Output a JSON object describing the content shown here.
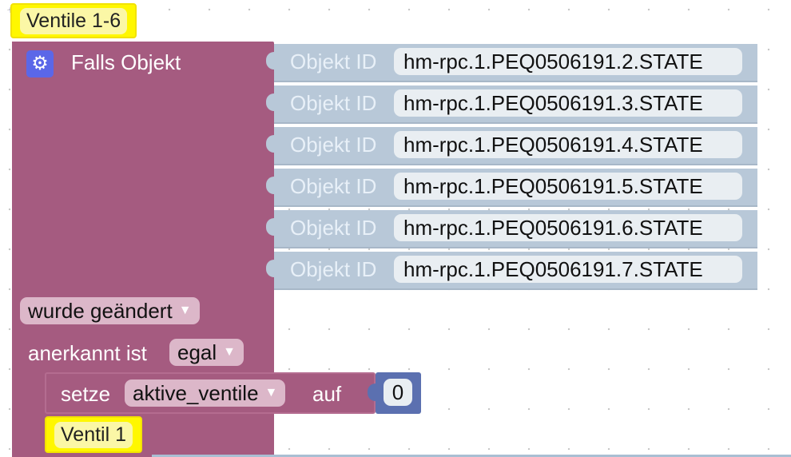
{
  "comments": {
    "top": "Ventile 1-6",
    "bottom": "Ventil 1"
  },
  "event_block": {
    "header": "Falls Objekt",
    "object_label": "Objekt ID",
    "object_ids": [
      "hm-rpc.1.PEQ0506191.2.STATE",
      "hm-rpc.1.PEQ0506191.3.STATE",
      "hm-rpc.1.PEQ0506191.4.STATE",
      "hm-rpc.1.PEQ0506191.5.STATE",
      "hm-rpc.1.PEQ0506191.6.STATE",
      "hm-rpc.1.PEQ0506191.7.STATE"
    ],
    "condition_dropdown": "wurde geändert",
    "ack_label": "anerkannt ist",
    "ack_dropdown": "egal"
  },
  "set_block": {
    "label": "setze",
    "variable": "aktive_ventile",
    "to_label": "auf",
    "value": "0"
  },
  "colors": {
    "event_block": "#a55b80",
    "object_block": "#b8c8d8",
    "number_block": "#5b70b0",
    "comment": "#fff700",
    "gear": "#5b67e8"
  },
  "icons": {
    "mutator": "gear-icon",
    "dropdown": "caret-down-icon"
  }
}
